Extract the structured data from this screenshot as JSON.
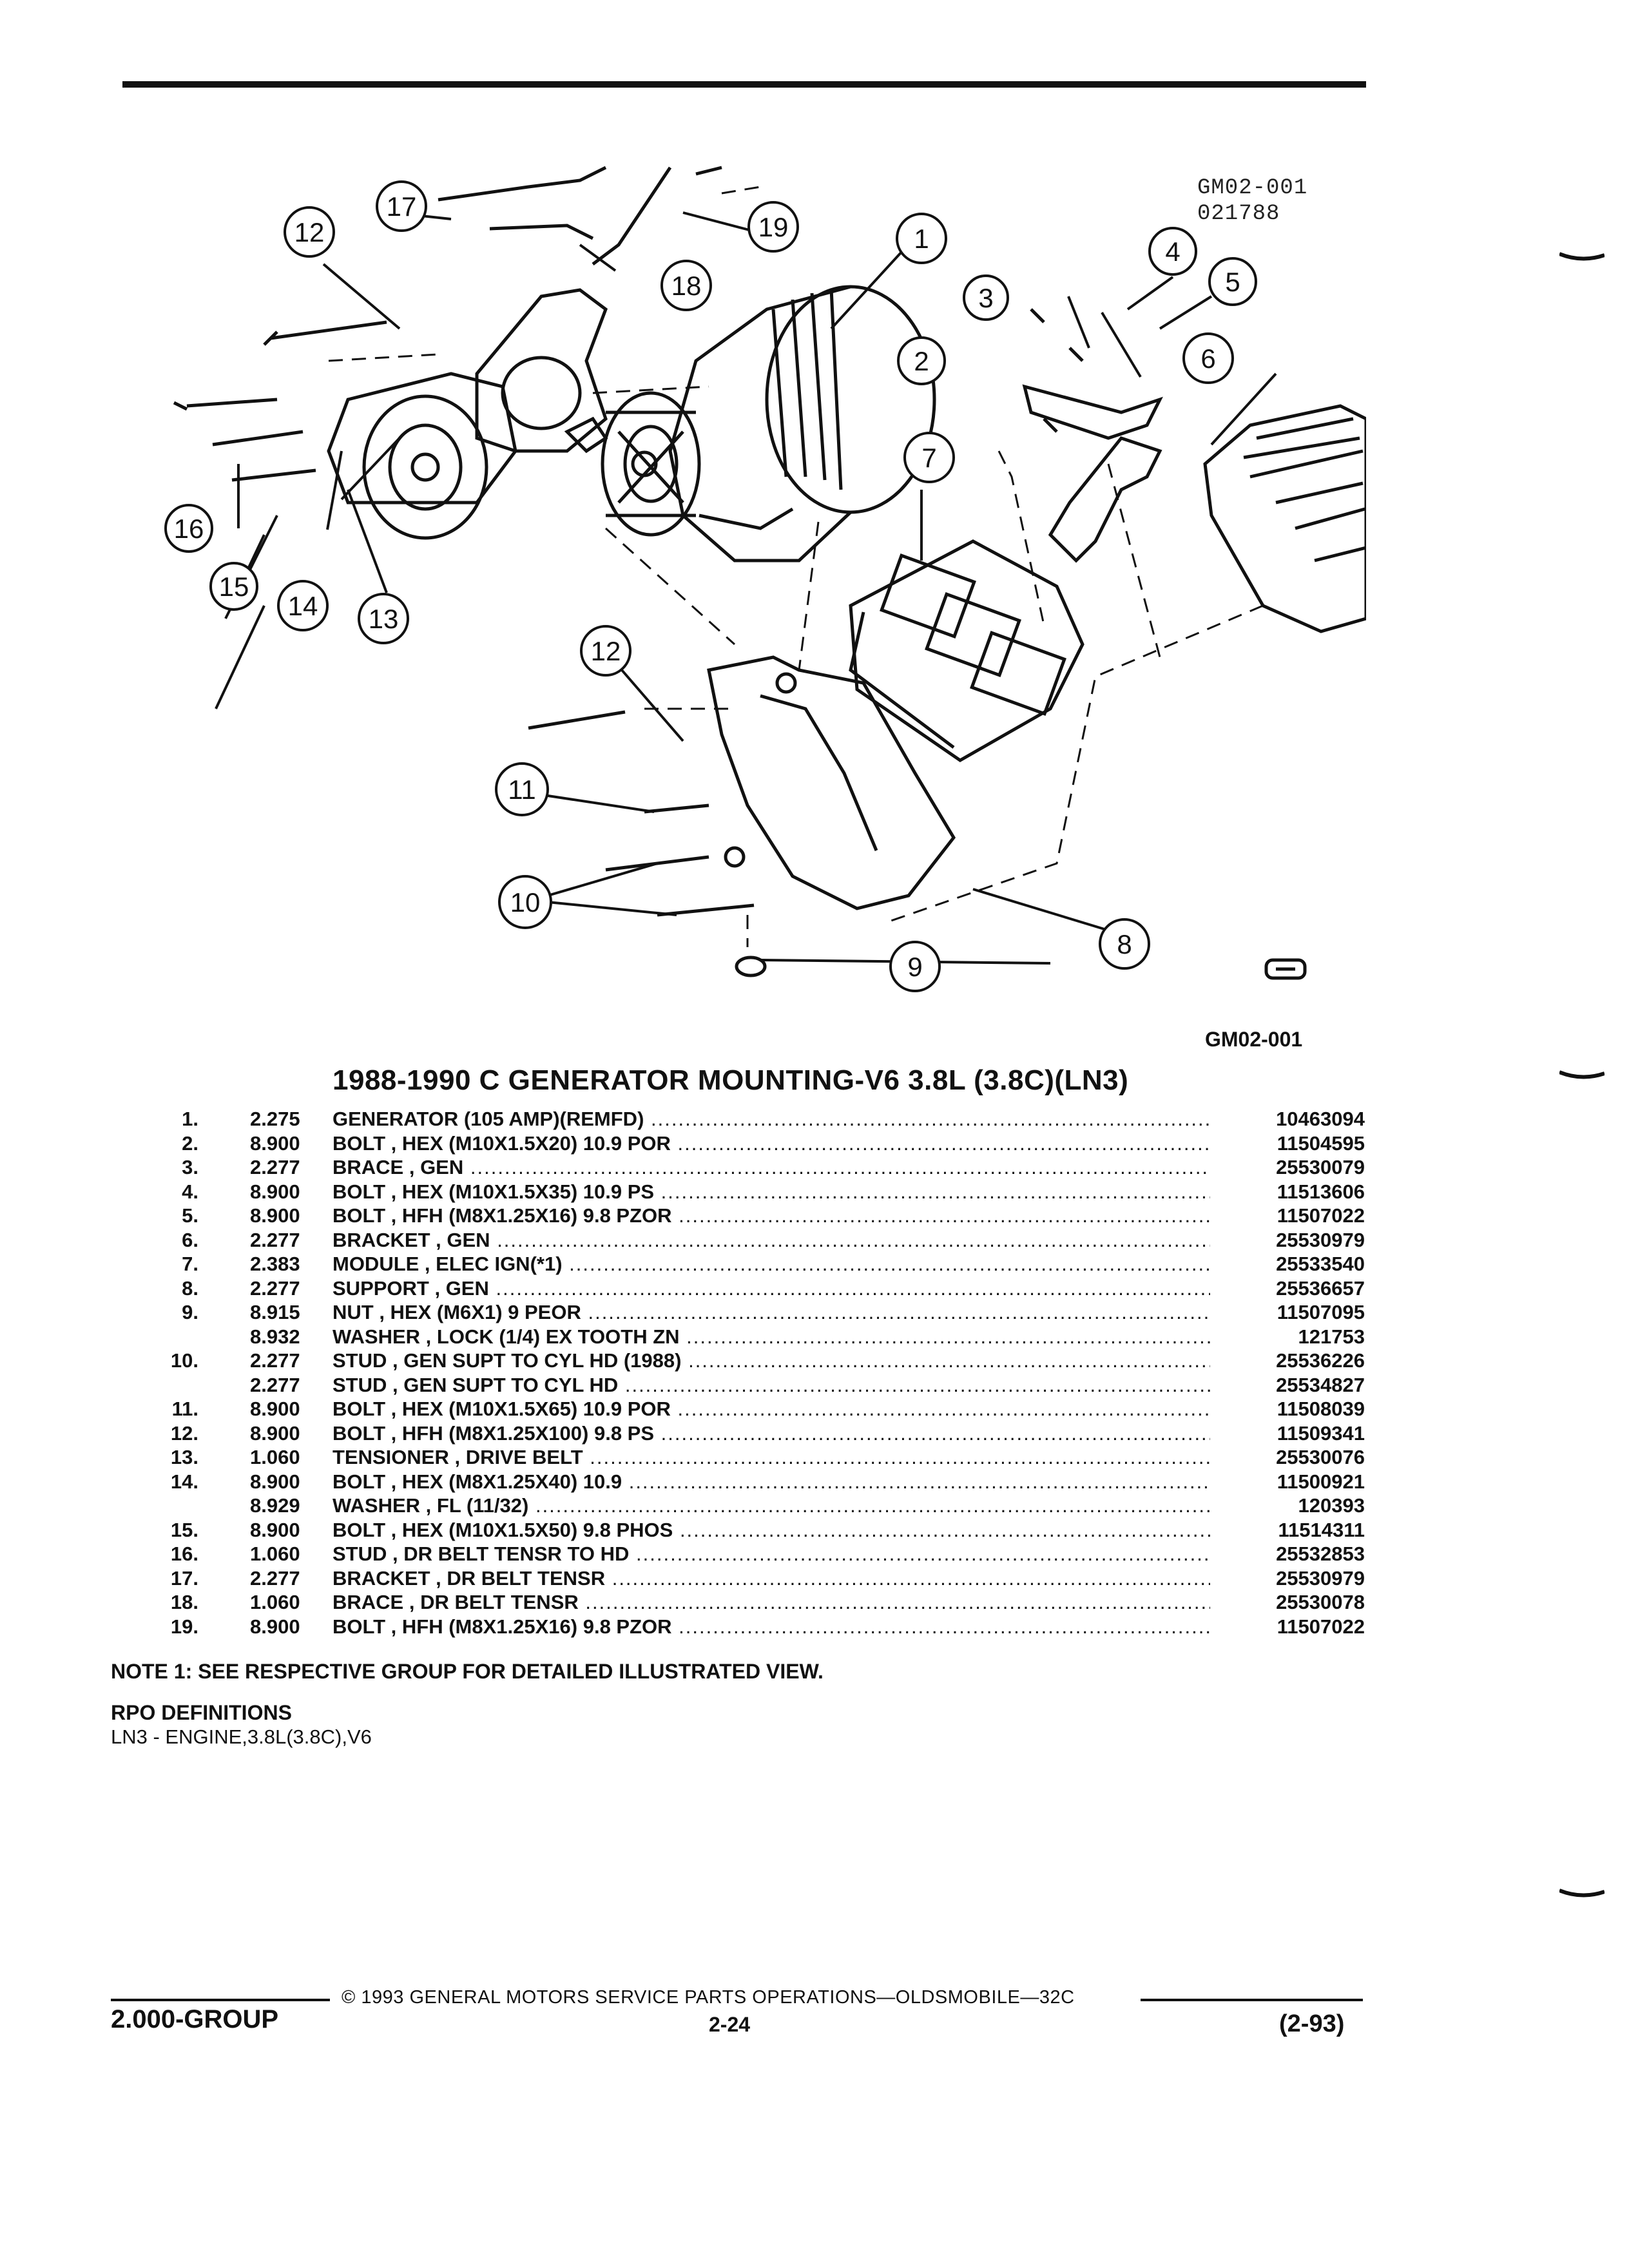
{
  "header": {
    "drawing_code_top": "GM02-001",
    "drawing_date": "021788",
    "drawing_code_bottom": "GM02-001"
  },
  "callouts": [
    "1",
    "2",
    "3",
    "4",
    "5",
    "6",
    "7",
    "8",
    "9",
    "10",
    "11",
    "12",
    "13",
    "14",
    "15",
    "16",
    "17",
    "18",
    "19"
  ],
  "title": "1988-1990 C GENERATOR MOUNTING-V6 3.8L (3.8C)(LN3)",
  "parts": [
    {
      "num": "1.",
      "group": "2.275",
      "desc": "GENERATOR (105 AMP)(REMFD)",
      "pn": "10463094"
    },
    {
      "num": "2.",
      "group": "8.900",
      "desc": "BOLT , HEX (M10X1.5X20) 10.9 POR",
      "pn": "11504595"
    },
    {
      "num": "3.",
      "group": "2.277",
      "desc": "BRACE , GEN",
      "pn": "25530079"
    },
    {
      "num": "4.",
      "group": "8.900",
      "desc": "BOLT , HEX (M10X1.5X35) 10.9 PS",
      "pn": "11513606"
    },
    {
      "num": "5.",
      "group": "8.900",
      "desc": "BOLT , HFH (M8X1.25X16) 9.8 PZOR",
      "pn": "11507022"
    },
    {
      "num": "6.",
      "group": "2.277",
      "desc": "BRACKET , GEN",
      "pn": "25530979"
    },
    {
      "num": "7.",
      "group": "2.383",
      "desc": "MODULE , ELEC IGN(*1)",
      "pn": "25533540"
    },
    {
      "num": "8.",
      "group": "2.277",
      "desc": "SUPPORT , GEN",
      "pn": "25536657"
    },
    {
      "num": "9.",
      "group": "8.915",
      "desc": "NUT , HEX (M6X1) 9 PEOR",
      "pn": "11507095"
    },
    {
      "num": "",
      "group": "8.932",
      "desc": "WASHER , LOCK (1/4) EX TOOTH ZN",
      "pn": "121753"
    },
    {
      "num": "10.",
      "group": "2.277",
      "desc": "STUD , GEN SUPT TO CYL HD (1988)",
      "pn": "25536226"
    },
    {
      "num": "",
      "group": "2.277",
      "desc": "STUD , GEN SUPT TO CYL HD",
      "pn": "25534827"
    },
    {
      "num": "11.",
      "group": "8.900",
      "desc": "BOLT , HEX (M10X1.5X65) 10.9 POR",
      "pn": "11508039"
    },
    {
      "num": "12.",
      "group": "8.900",
      "desc": "BOLT , HFH (M8X1.25X100) 9.8 PS",
      "pn": "11509341"
    },
    {
      "num": "13.",
      "group": "1.060",
      "desc": "TENSIONER , DRIVE BELT",
      "pn": "25530076"
    },
    {
      "num": "14.",
      "group": "8.900",
      "desc": "BOLT , HEX (M8X1.25X40) 10.9",
      "pn": "11500921"
    },
    {
      "num": "",
      "group": "8.929",
      "desc": "WASHER , FL (11/32)",
      "pn": "120393"
    },
    {
      "num": "15.",
      "group": "8.900",
      "desc": "BOLT , HEX (M10X1.5X50) 9.8 PHOS",
      "pn": "11514311"
    },
    {
      "num": "16.",
      "group": "1.060",
      "desc": "STUD , DR BELT TENSR TO HD",
      "pn": "25532853"
    },
    {
      "num": "17.",
      "group": "2.277",
      "desc": "BRACKET , DR BELT TENSR",
      "pn": "25530979"
    },
    {
      "num": "18.",
      "group": "1.060",
      "desc": "BRACE , DR BELT TENSR",
      "pn": "25530078"
    },
    {
      "num": "19.",
      "group": "8.900",
      "desc": "BOLT , HFH (M8X1.25X16) 9.8 PZOR",
      "pn": "11507022"
    }
  ],
  "note": "NOTE  1:  SEE RESPECTIVE GROUP FOR DETAILED ILLUSTRATED VIEW.",
  "rpo": {
    "heading": "RPO DEFINITIONS",
    "definition": "LN3 - ENGINE,3.8L(3.8C),V6"
  },
  "footer": {
    "copyright": "© 1993 GENERAL MOTORS SERVICE PARTS OPERATIONS—OLDSMOBILE—32C",
    "group": "2.000-GROUP",
    "page": "2-24",
    "date": "(2-93)"
  }
}
